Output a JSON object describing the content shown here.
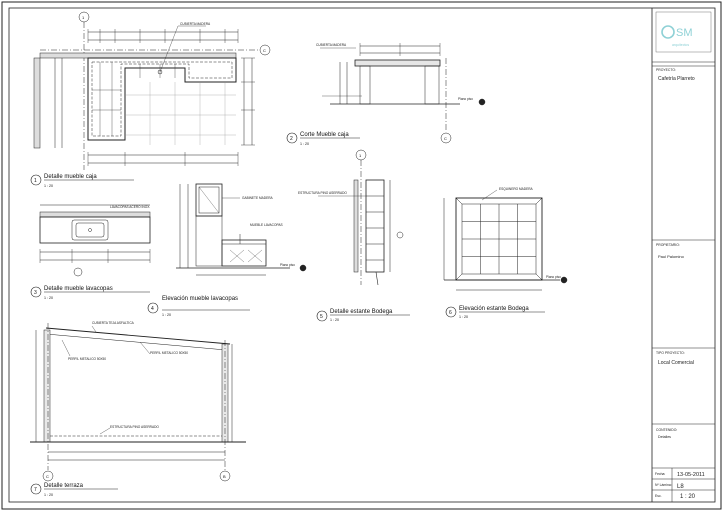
{
  "title_block": {
    "logo_text": "SM",
    "logo_subtext": "arquitectos",
    "project_caption": "PROYECTO:",
    "project_name": "Cafetría Plarreto",
    "owner_caption": "PROPIETARIO:",
    "owner_name": "Paul Palomino",
    "type_caption": "TIPO PROYECTO:",
    "type_value": "Local Comercial",
    "content_caption": "CONTENIDO:",
    "content_value": "Detalles",
    "date_caption": "Fecha:",
    "date_value": "13-05-2011",
    "sheet_caption": "Nº Lámina:",
    "sheet_value": "L8",
    "scale_caption": "Esc.",
    "scale_value": "1 : 20"
  },
  "drawings": [
    {
      "num": "1",
      "title": "Detalle mueble caja",
      "scale": "1 : 20"
    },
    {
      "num": "2",
      "title": "Corte Mueble caja",
      "scale": "1 : 20"
    },
    {
      "num": "3",
      "title": "Detalle mueble lavacopas",
      "scale": "1 : 20"
    },
    {
      "num": "4",
      "title": "Elevación mueble lavacopas",
      "scale": "1 : 20"
    },
    {
      "num": "5",
      "title": "Detalle estante Bodega",
      "scale": "1 : 20"
    },
    {
      "num": "6",
      "title": "Elevación estante Bodega",
      "scale": "1 : 20"
    },
    {
      "num": "7",
      "title": "Detalle terraza",
      "scale": "1 : 20"
    }
  ],
  "grid_markers": {
    "one": "1",
    "c": "C",
    "b": "B"
  },
  "callouts": {
    "cubierta_madera": "CUBIERTA MADERA",
    "plano_piso": "Plano piso",
    "lavacopas": "LAVACOPAS ACERO INOX.",
    "mueble_lav": "MUEBLE LAVACOPAS",
    "gabinete_madera": "GABINETE MADERA",
    "esquinero": "ESQUINERO MADERA",
    "cubierta_teja": "CUBIERTA TEJA ASFALTICA",
    "perfil_metalico": "PERFIL METALICO 50X50",
    "estructura": "ESTRUCTURA PINO ASERRADO"
  }
}
